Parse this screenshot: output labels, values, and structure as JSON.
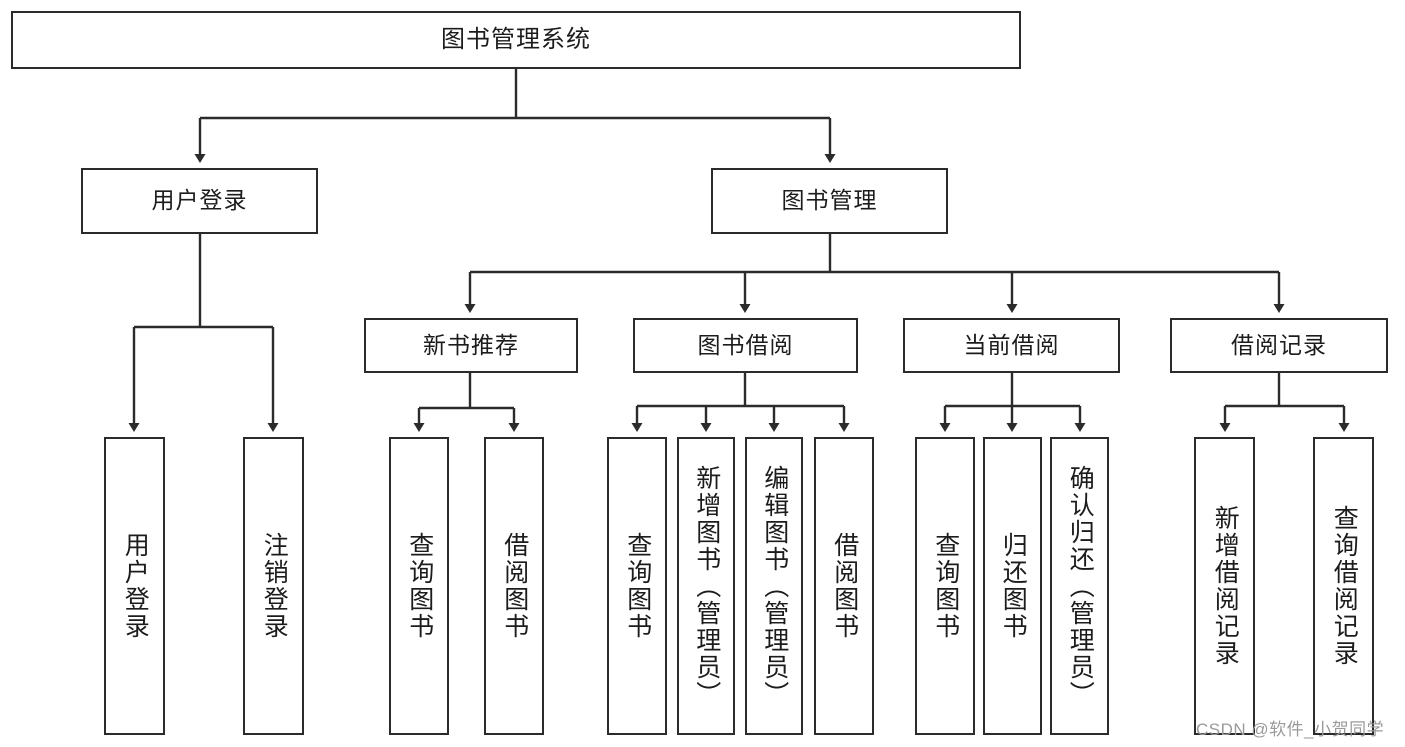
{
  "diagram": {
    "title": "图书管理系统",
    "type": "tree-hierarchy-chart",
    "levels": {
      "root": {
        "label": "图书管理系统"
      },
      "level2": [
        {
          "label": "用户登录"
        },
        {
          "label": "图书管理"
        }
      ],
      "level3": [
        {
          "label": "新书推荐"
        },
        {
          "label": "图书借阅"
        },
        {
          "label": "当前借阅"
        },
        {
          "label": "借阅记录"
        }
      ],
      "leaves": {
        "user_login": [
          {
            "label": "用户登录"
          },
          {
            "label": "注销登录"
          }
        ],
        "new_book_recommend": [
          {
            "label": "查询图书"
          },
          {
            "label": "借阅图书"
          }
        ],
        "book_borrow": [
          {
            "label": "查询图书"
          },
          {
            "label": "新增图书（管理员）"
          },
          {
            "label": "编辑图书（管理员）"
          },
          {
            "label": "借阅图书"
          }
        ],
        "current_borrow": [
          {
            "label": "查询图书"
          },
          {
            "label": "归还图书"
          },
          {
            "label": "确认归还（管理员）"
          }
        ],
        "borrow_record": [
          {
            "label": "新增借阅记录"
          },
          {
            "label": "查询借阅记录"
          }
        ]
      }
    }
  },
  "watermark": {
    "text": "CSDN @软件_小贺同学"
  },
  "colors": {
    "border": "#2b2b2b",
    "text": "#1c1c1c",
    "background": "#ffffff",
    "watermark": "#9a9a9a"
  }
}
